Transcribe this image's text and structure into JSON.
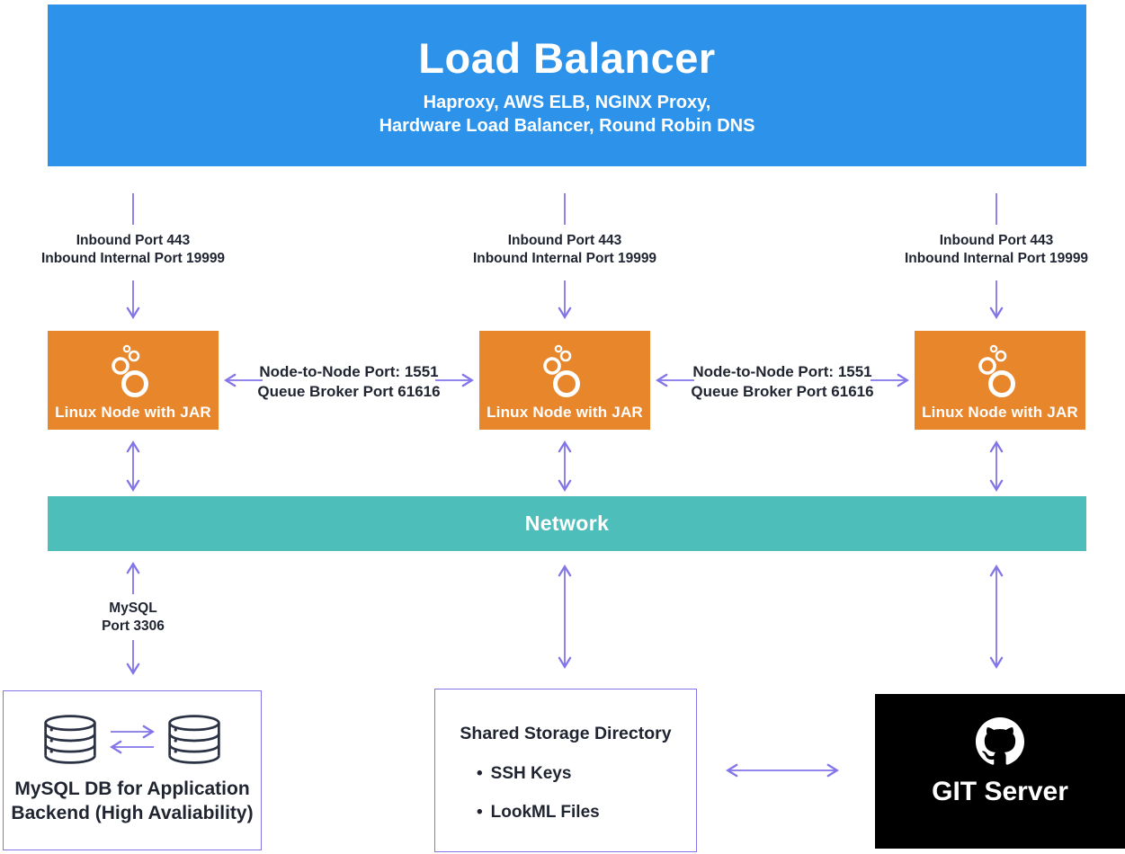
{
  "colors": {
    "blue": "#2D93EA",
    "orange": "#E8862C",
    "teal": "#4EBEBB",
    "purple": "#8275E9",
    "dark": "#1F2430",
    "icon_navy": "#2A3244",
    "white": "#FFFFFF",
    "black": "#000000"
  },
  "load_balancer": {
    "title": "Load Balancer",
    "subtitle_line1": "Haproxy, AWS ELB, NGINX Proxy,",
    "subtitle_line2": "Hardware Load Balancer, Round Robin DNS"
  },
  "inbound_label": {
    "line1": "Inbound Port 443",
    "line2": "Inbound Internal Port 19999"
  },
  "node": {
    "label": "Linux Node with JAR"
  },
  "node_link_label": {
    "line1": "Node-to-Node Port: 1551",
    "line2": "Queue Broker Port 61616"
  },
  "network": {
    "label": "Network"
  },
  "mysql_link_label": {
    "line1": "MySQL",
    "line2": "Port 3306"
  },
  "mysql_box": {
    "line1": "MySQL DB for Application",
    "line2": "Backend (High Avaliability)"
  },
  "shared_storage": {
    "title": "Shared Storage Directory",
    "items": [
      "SSH Keys",
      "LookML Files"
    ]
  },
  "git_server": {
    "label": "GIT Server"
  }
}
